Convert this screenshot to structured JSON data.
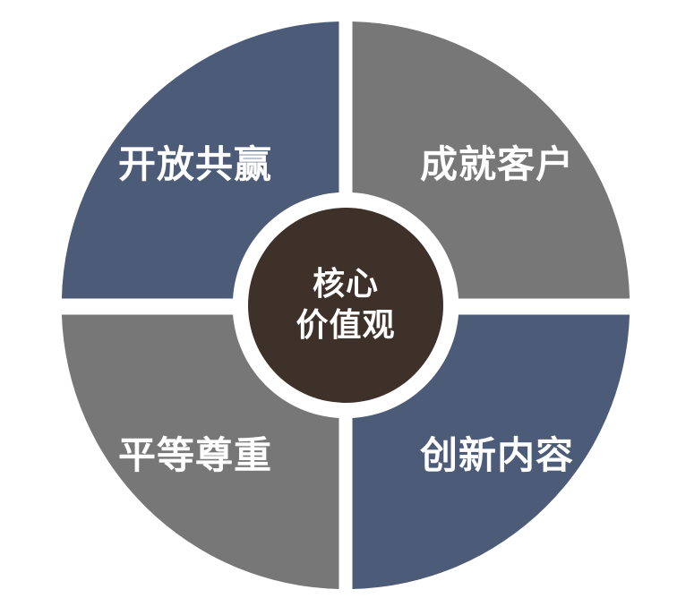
{
  "diagram": {
    "type": "donut-quadrant",
    "title": "核心价值观",
    "center": {
      "line1": "核心",
      "line2": "价值观",
      "fill_color": "#3E312A",
      "text_color": "#FFFFFF"
    },
    "background_color": "#FFFFFF",
    "divider_color": "#FFFFFF",
    "quadrants": [
      {
        "position": "top-left",
        "label": "开放共赢",
        "fill_color": "#4C5B77",
        "text_color": "#FFFFFF"
      },
      {
        "position": "top-right",
        "label": "成就客户",
        "fill_color": "#777777",
        "text_color": "#FFFFFF"
      },
      {
        "position": "bottom-left",
        "label": "平等尊重",
        "fill_color": "#777777",
        "text_color": "#FFFFFF"
      },
      {
        "position": "bottom-right",
        "label": "创新内容",
        "fill_color": "#4C5B77",
        "text_color": "#FFFFFF"
      }
    ]
  }
}
